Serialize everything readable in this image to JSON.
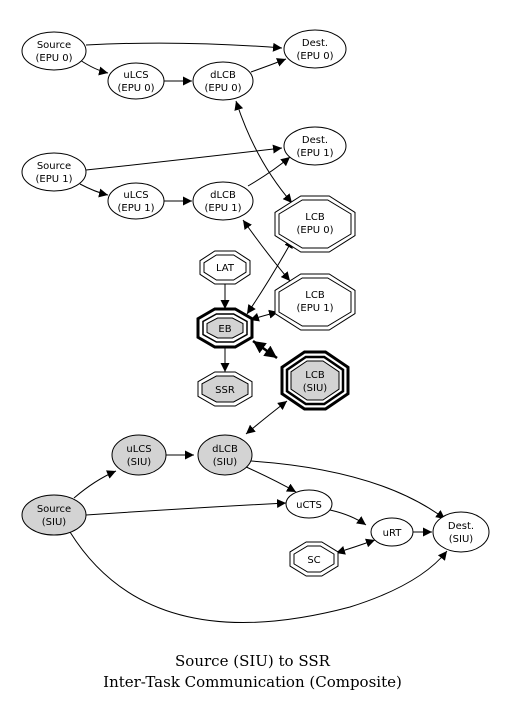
{
  "nodes": {
    "src_epu0": {
      "line1": "Source",
      "line2": "(EPU 0)"
    },
    "ulcs_epu0": {
      "line1": "uLCS",
      "line2": "(EPU 0)"
    },
    "dlcb_epu0": {
      "line1": "dLCB",
      "line2": "(EPU 0)"
    },
    "dest_epu0": {
      "line1": "Dest.",
      "line2": "(EPU 0)"
    },
    "src_epu1": {
      "line1": "Source",
      "line2": "(EPU 1)"
    },
    "ulcs_epu1": {
      "line1": "uLCS",
      "line2": "(EPU 1)"
    },
    "dlcb_epu1": {
      "line1": "dLCB",
      "line2": "(EPU 1)"
    },
    "dest_epu1": {
      "line1": "Dest.",
      "line2": "(EPU 1)"
    },
    "lcb_epu0": {
      "line1": "LCB",
      "line2": "(EPU 0)"
    },
    "lcb_epu1": {
      "line1": "LCB",
      "line2": "(EPU 1)"
    },
    "lat": {
      "line1": "LAT"
    },
    "eb": {
      "line1": "EB"
    },
    "ssr": {
      "line1": "SSR"
    },
    "lcb_siu": {
      "line1": "LCB",
      "line2": "(SIU)"
    },
    "ulcs_siu": {
      "line1": "uLCS",
      "line2": "(SIU)"
    },
    "dlcb_siu": {
      "line1": "dLCB",
      "line2": "(SIU)"
    },
    "src_siu": {
      "line1": "Source",
      "line2": "(SIU)"
    },
    "ucts": {
      "line1": "uCTS"
    },
    "urt": {
      "line1": "uRT"
    },
    "sc": {
      "line1": "SC"
    },
    "dest_siu": {
      "line1": "Dest.",
      "line2": "(SIU)"
    }
  },
  "colors": {
    "siu_fill": "#d3d3d3",
    "default_fill": "#ffffff",
    "stroke": "#000000"
  },
  "caption": {
    "line1": "Source (SIU) to SSR",
    "line2": "Inter-Task Communication (Composite)"
  }
}
